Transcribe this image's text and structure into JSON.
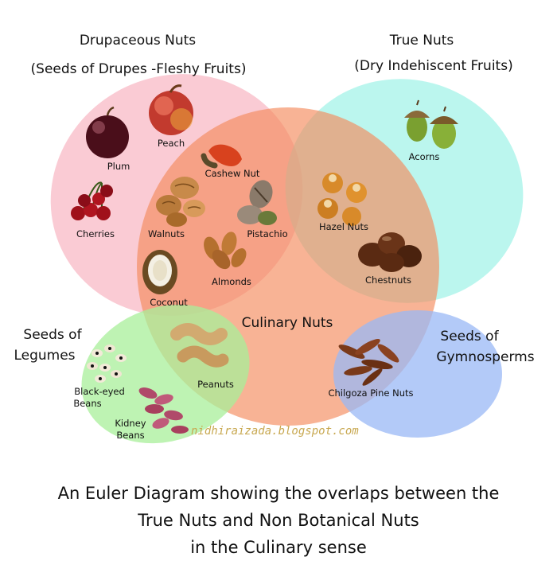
{
  "headings": {
    "drupaceous_title": "Drupaceous Nuts",
    "drupaceous_sub": "(Seeds of Drupes -Fleshy Fruits)",
    "true_title": "True Nuts",
    "true_sub": "(Dry Indehiscent Fruits)",
    "legumes_1": "Seeds of",
    "legumes_2": "Legumes",
    "gymno_1": "Seeds of",
    "gymno_2": "Gymnosperms",
    "culinary": "Culinary Nuts"
  },
  "items": {
    "peach": "Peach",
    "plum": "Plum",
    "cherries": "Cherries",
    "cashew": "Cashew Nut",
    "walnuts": "Walnuts",
    "pistachio": "Pistachio",
    "almonds": "Almonds",
    "coconut": "Coconut",
    "acorns": "Acorns",
    "hazel": "Hazel Nuts",
    "chestnuts": "Chestnuts",
    "peanuts": "Peanuts",
    "blackeyed_1": "Black-eyed",
    "blackeyed_2": "Beans",
    "kidney_1": "Kidney",
    "kidney_2": "Beans",
    "pine": "Chilgoza Pine Nuts"
  },
  "watermark": "nidhiraizada.blogspot.com",
  "caption": {
    "line1": "An Euler Diagram showing the overlaps between the",
    "line2": "True Nuts and Non Botanical Nuts",
    "line3": "in the Culinary sense"
  },
  "colors": {
    "drupe_fill": "#f7a9b8",
    "true_fill": "#8ef0e2",
    "culinary_fill": "#f58a5c",
    "legume_fill": "#a8ef9a",
    "gymno_fill": "#9ab8f5"
  }
}
